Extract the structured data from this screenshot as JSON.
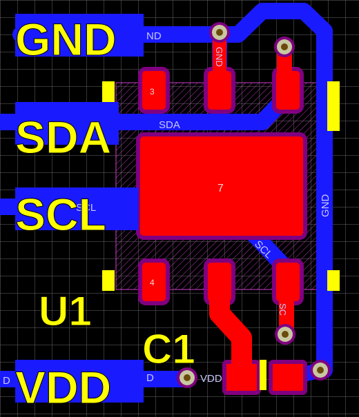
{
  "colors": {
    "background": "#000000",
    "grid": "#6a6a6a",
    "trace": "#1a1aff",
    "pad": "#ff0000",
    "pad_outline": "#800080",
    "silkscreen": "#ffff00",
    "net_label": "#c8c8ff",
    "via_ring": "#c8c8a0",
    "via_hole": "#6b4a0c",
    "hatch": "#d040d0"
  },
  "silkscreen": {
    "gnd": "GND",
    "sda": "SDA",
    "scl": "SCL",
    "vdd": "VDD",
    "u1": "U1",
    "c1": "C1"
  },
  "net_labels": {
    "gnd_top": "ND",
    "gnd_via": "GND",
    "sda": "SDA",
    "scl_left": "SCL",
    "scl_diag": "SCL",
    "scl_via": "SC",
    "gnd_right": "GND",
    "vdd_left": "D",
    "vdd_mid": "D",
    "vdd_via": "VDD"
  },
  "pads": {
    "pin3": "3",
    "pin4": "4",
    "pin7": "7"
  }
}
